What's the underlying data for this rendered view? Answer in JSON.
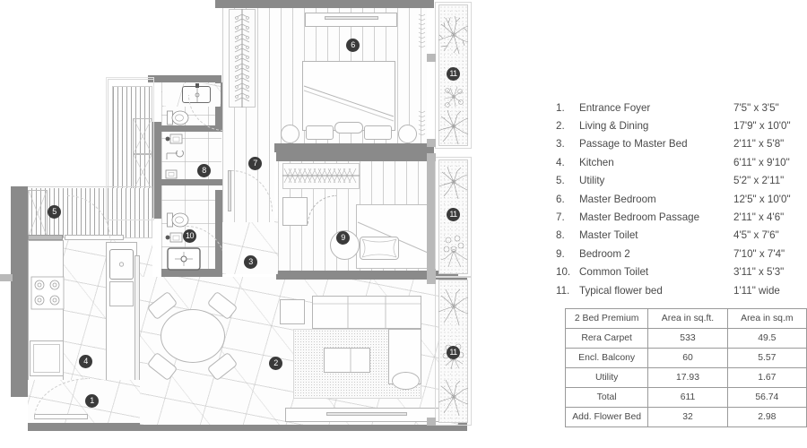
{
  "legend": {
    "items": [
      {
        "num": "1.",
        "name": "Entrance Foyer",
        "dim": "7'5\" x 3'5\""
      },
      {
        "num": "2.",
        "name": "Living & Dining",
        "dim": "17'9\" x 10'0\""
      },
      {
        "num": "3.",
        "name": "Passage to Master Bed",
        "dim": "2'11\" x 5'8\""
      },
      {
        "num": "4.",
        "name": "Kitchen",
        "dim": "6'11\" x 9'10\""
      },
      {
        "num": "5.",
        "name": "Utility",
        "dim": "5'2\" x 2'11\""
      },
      {
        "num": "6.",
        "name": "Master Bedroom",
        "dim": "12'5\" x 10'0\""
      },
      {
        "num": "7.",
        "name": "Master Bedroom Passage",
        "dim": "2'11\" x 4'6\""
      },
      {
        "num": "8.",
        "name": "Master Toilet",
        "dim": "4'5\" x 7'6\""
      },
      {
        "num": "9.",
        "name": "Bedroom 2",
        "dim": "7'10\" x 7'4\""
      },
      {
        "num": "10.",
        "name": "Common Toilet",
        "dim": "3'11\" x 5'3\""
      },
      {
        "num": "11.",
        "name": "Typical flower bed",
        "dim": "1'11\" wide"
      }
    ]
  },
  "area_table": {
    "header": [
      "2 Bed Premium",
      "Area in sq.ft.",
      "Area in sq.m"
    ],
    "rows": [
      [
        "Rera Carpet",
        "533",
        "49.5"
      ],
      [
        "Encl. Balcony",
        "60",
        "5.57"
      ],
      [
        "Utility",
        "17.93",
        "1.67"
      ],
      [
        "Total",
        "611",
        "56.74"
      ],
      [
        "Add. Flower Bed",
        "32",
        "2.98"
      ]
    ]
  },
  "plan": {
    "markers": [
      {
        "id": "1",
        "label": "1"
      },
      {
        "id": "2",
        "label": "2"
      },
      {
        "id": "3",
        "label": "3"
      },
      {
        "id": "4",
        "label": "4"
      },
      {
        "id": "5",
        "label": "5"
      },
      {
        "id": "6",
        "label": "6"
      },
      {
        "id": "7",
        "label": "7"
      },
      {
        "id": "8",
        "label": "8"
      },
      {
        "id": "9",
        "label": "9"
      },
      {
        "id": "10",
        "label": "10"
      },
      {
        "id": "11a",
        "label": "11"
      },
      {
        "id": "11b",
        "label": "11"
      },
      {
        "id": "11c",
        "label": "11"
      }
    ]
  },
  "colors": {
    "wall": "#8a8a8a",
    "wall_light": "#b9b9b9",
    "marker": "#3a3a3a",
    "text": "#4a4a4a",
    "line": "#c2c2c2"
  }
}
